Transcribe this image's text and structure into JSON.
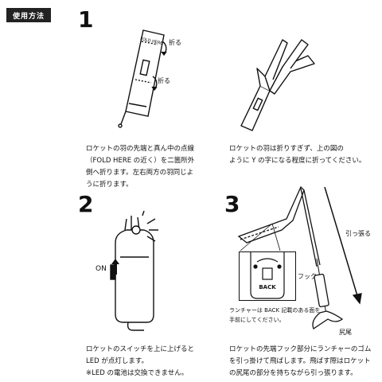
{
  "header": {
    "label": "使用方法"
  },
  "steps": [
    {
      "number": "1"
    },
    {
      "number": "2"
    },
    {
      "number": "3"
    }
  ],
  "step1": {
    "fold_here": "FOLD HERE",
    "fold_label_top": "折る",
    "fold_label_bottom": "折る",
    "caption_left": [
      "ロケットの羽の先端と真ん中の点線",
      "（FOLD HERE の近く）を二箇所外",
      "側へ折ります。左右両方の羽同じよ",
      "うに折ります。"
    ],
    "caption_right": [
      "ロケットの羽は折りすぎず、上の図の",
      "ように Y の字になる程度に折ってください。"
    ]
  },
  "step2": {
    "on_label": "ON",
    "caption": [
      "ロケットのスイッチを上に上げると",
      "LED が点灯します。",
      "※LED の電池は交換できません。"
    ]
  },
  "step3": {
    "back_label": "BACK",
    "hook_label": "フック",
    "pull_label": "引っ張る",
    "tail_label": "尻尾",
    "note": [
      "ランチャーは BACK 記載のある面を",
      "手前にしてください。"
    ],
    "caption": [
      "ロケットの先端フック部分にランチャーのゴム",
      "を引っ掛けて飛ばします。飛ばす際はロケット",
      "の尻尾の部分を持ちながら引っ張ります。"
    ]
  }
}
